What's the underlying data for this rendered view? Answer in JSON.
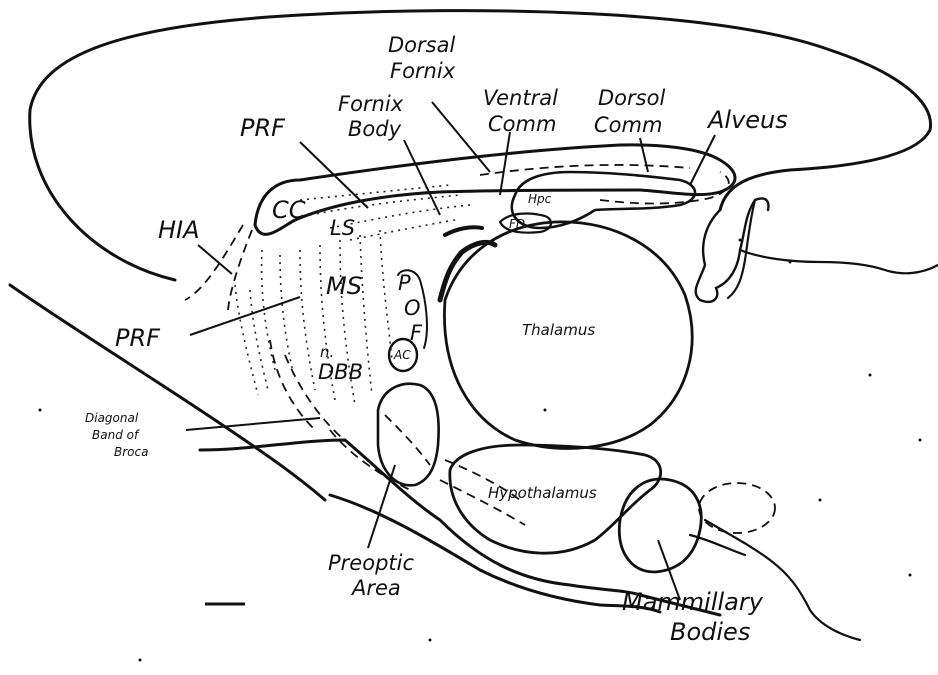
{
  "labels": {
    "dorsal_fornix_1": "Dorsal",
    "dorsal_fornix_2": "Fornix",
    "fornix_body_1": "Fornix",
    "fornix_body_2": "Body",
    "ventral_comm_1": "Ventral",
    "ventral_comm_2": "Comm",
    "dorsal_comm_1": "Dorsol",
    "dorsal_comm_2": "Comm",
    "alveus": "Alveus",
    "prf_upper": "PRF",
    "prf_lower": "PRF",
    "cc": "CC",
    "ls": "LS",
    "hia": "HIA",
    "ms": "MS",
    "pof_p": "P",
    "pof_o": "O",
    "pof_f": "F",
    "ac": "AC",
    "hpc": "Hpc",
    "fd": "FD",
    "thalamus": "Thalamus",
    "n_dbb_1": "n.",
    "n_dbb_2": "DBB",
    "diagonal_band_1": "Diagonal",
    "diagonal_band_2": "Band of",
    "diagonal_band_3": "Broca",
    "hypothalamus": "Hypothalamus",
    "preoptic_1": "Preoptic",
    "preoptic_2": "Area",
    "mammillary_1": "Mammillary",
    "mammillary_2": "Bodies"
  },
  "colors": {
    "ink": "#111111",
    "background": "#ffffff"
  }
}
